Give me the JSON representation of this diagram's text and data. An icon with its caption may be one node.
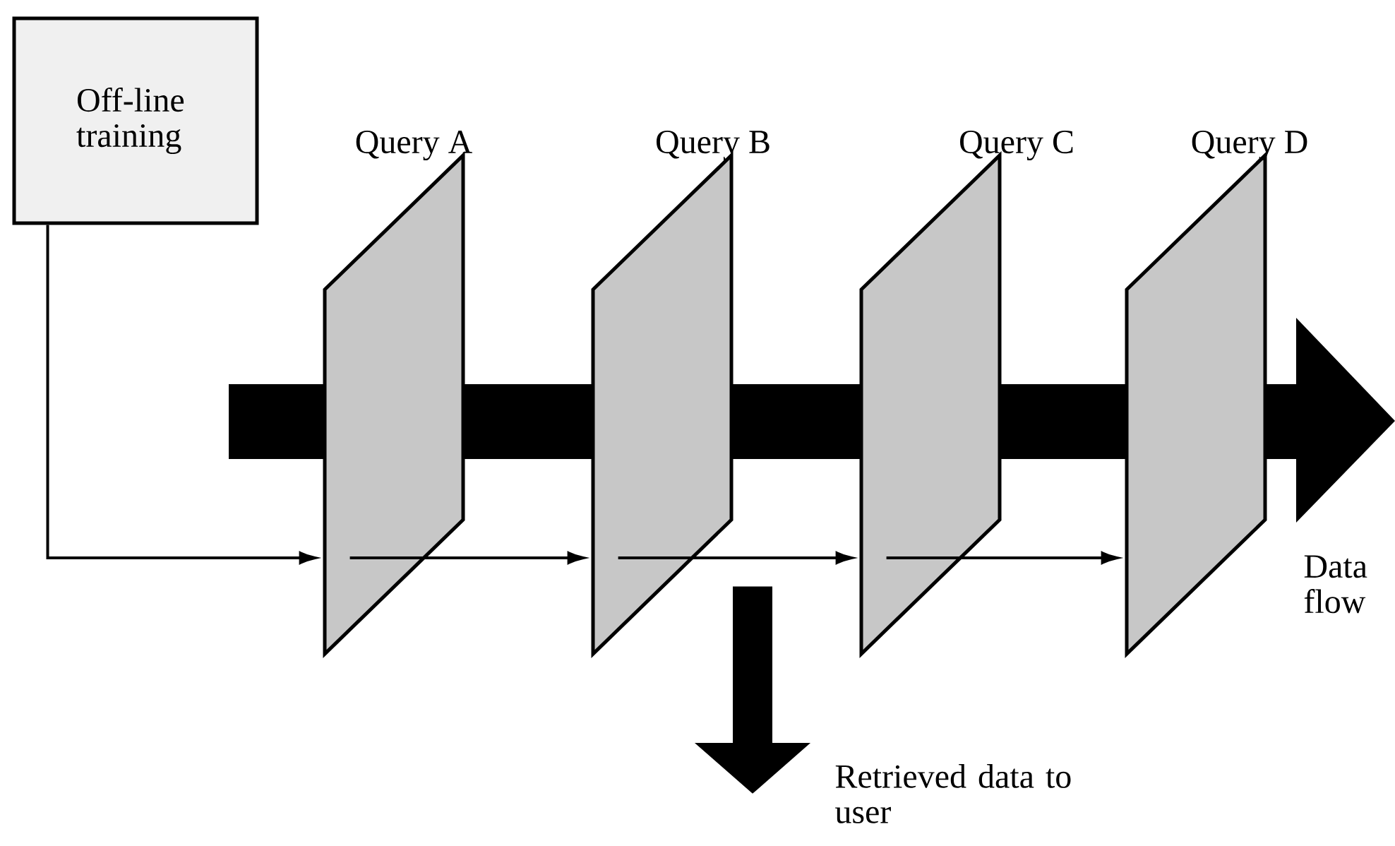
{
  "diagram": {
    "nodes": [
      {
        "text": [
          "Off-line training"
        ]
      },
      {
        "text": [
          "Query A"
        ]
      },
      {
        "text": [
          "Query B"
        ]
      },
      {
        "text": [
          "Query C"
        ]
      },
      {
        "text": [
          "Query D"
        ]
      },
      {
        "text": [
          "Retrieved data to user"
        ]
      }
    ],
    "edges": [
      {
        "from": 0,
        "to": 1,
        "arrow": "to"
      },
      {
        "from": 1,
        "to": 2,
        "arrow": "to"
      },
      {
        "from": 2,
        "to": 3,
        "arrow": "to"
      },
      {
        "from": 3,
        "to": 4,
        "arrow": "to"
      },
      {
        "from": 2,
        "to": 5,
        "arrow": "to",
        "style": "thick"
      }
    ],
    "labels": [
      "Data flow"
    ]
  }
}
